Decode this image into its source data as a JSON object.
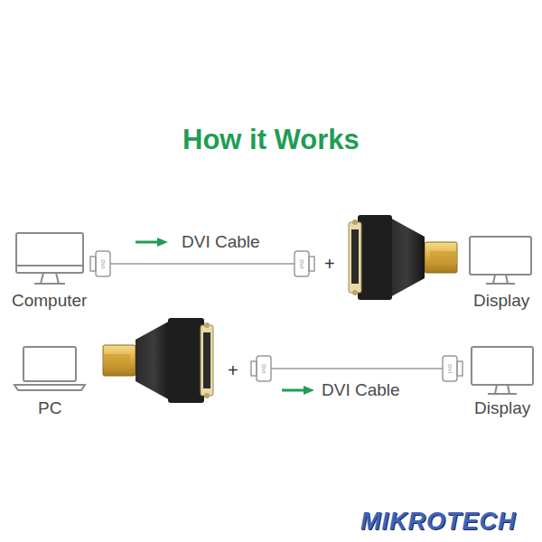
{
  "diagram": {
    "title": "How it Works",
    "labels": [
      "Computer",
      "DVI Cable",
      "+",
      "Display",
      "PC",
      "+",
      "DVI Cable",
      "Display",
      "DVI",
      "DVI",
      "DVI",
      "DVI",
      "MIKROTECH"
    ]
  }
}
